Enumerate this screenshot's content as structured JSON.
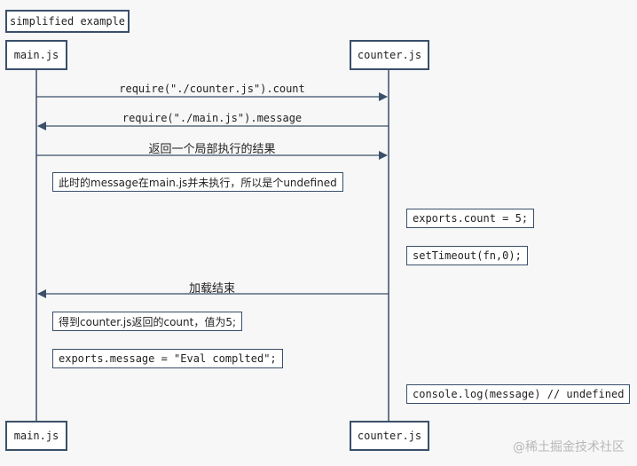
{
  "title": "simplified example",
  "participants": {
    "left": "main.js",
    "right": "counter.js"
  },
  "messages": [
    {
      "text": "require(\"./counter.js\").count"
    },
    {
      "text": "require(\"./main.js\").message"
    },
    {
      "text": "返回一个局部执行的结果"
    },
    {
      "text": "加载结束"
    }
  ],
  "notes": {
    "n1": "此时的message在main.js并未执行，所以是个undefined",
    "n2": "exports.count = 5;",
    "n3": "setTimeout(fn,0);",
    "n4": "得到counter.js返回的count，值为5;",
    "n5": "exports.message = \"Eval complted\";",
    "n6": "console.log(message) // undefined"
  },
  "watermark": "@稀土掘金技术社区",
  "colors": {
    "line": "#3a4f6a",
    "box_border": "#3a4f6a",
    "background": "#f7f7f7"
  }
}
